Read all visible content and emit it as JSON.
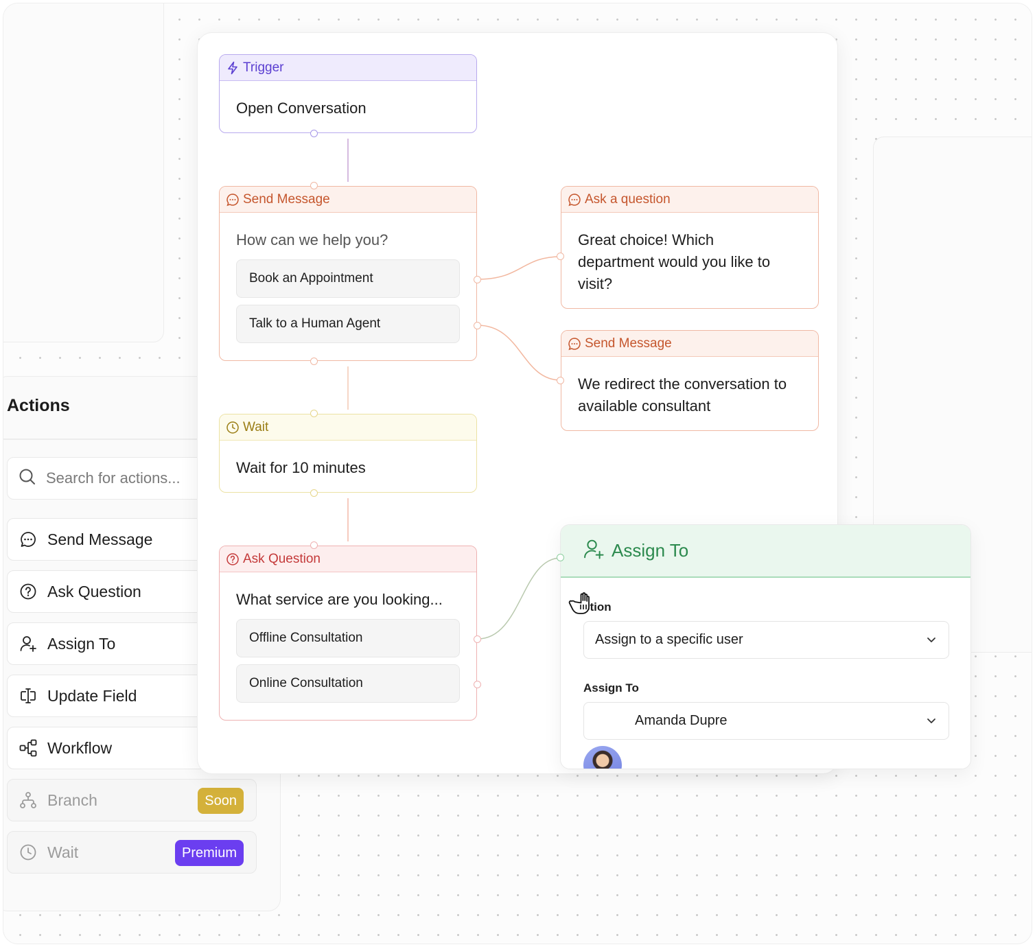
{
  "actions_panel": {
    "title": "Actions",
    "search_placeholder": "Search for actions...",
    "items": [
      {
        "label": "Send Message",
        "icon": "chat-bubble-icon",
        "enabled": true
      },
      {
        "label": "Ask Question",
        "icon": "question-circle-icon",
        "enabled": true
      },
      {
        "label": "Assign To",
        "icon": "user-plus-icon",
        "enabled": true
      },
      {
        "label": "Update Field",
        "icon": "text-cursor-field-icon",
        "enabled": true
      },
      {
        "label": "Workflow",
        "icon": "workflow-icon",
        "enabled": true
      },
      {
        "label": "Branch",
        "icon": "branch-icon",
        "enabled": false,
        "badge": "Soon",
        "badge_color": "#d4b13a"
      },
      {
        "label": "Wait",
        "icon": "clock-icon",
        "enabled": false,
        "badge": "Premium",
        "badge_color": "#6b3ef0"
      }
    ]
  },
  "flow": {
    "trigger": {
      "header": "Trigger",
      "body": "Open Conversation",
      "icon": "lightning-icon",
      "color": "#5b3fd1"
    },
    "send_message": {
      "header": "Send Message",
      "icon": "chat-bubble-icon",
      "color": "#c5562d",
      "prompt": "How can we help you?",
      "options": [
        "Book an Appointment",
        "Talk to a Human Agent"
      ]
    },
    "ask_a_question": {
      "header": "Ask a question",
      "icon": "chat-bubble-icon",
      "body": "Great choice! Which department would you like to visit?"
    },
    "send_message_2": {
      "header": "Send Message",
      "icon": "chat-bubble-icon",
      "body": "We redirect the conversation to available consultant"
    },
    "wait": {
      "header": "Wait",
      "icon": "clock-icon",
      "body": "Wait for 10 minutes",
      "color": "#9a7d14"
    },
    "ask_question": {
      "header": "Ask Question",
      "icon": "question-circle-icon",
      "color": "#c43a3a",
      "prompt": "What service are you looking...",
      "options": [
        "Offline Consultation",
        "Online Consultation"
      ]
    }
  },
  "assign_panel": {
    "title": "Assign To",
    "icon": "user-plus-icon",
    "color": "#2c8a4e",
    "action_label": "ction",
    "action_value": "Assign to a specific user",
    "assign_label": "Assign To",
    "assign_value": "Amanda Dupre"
  }
}
